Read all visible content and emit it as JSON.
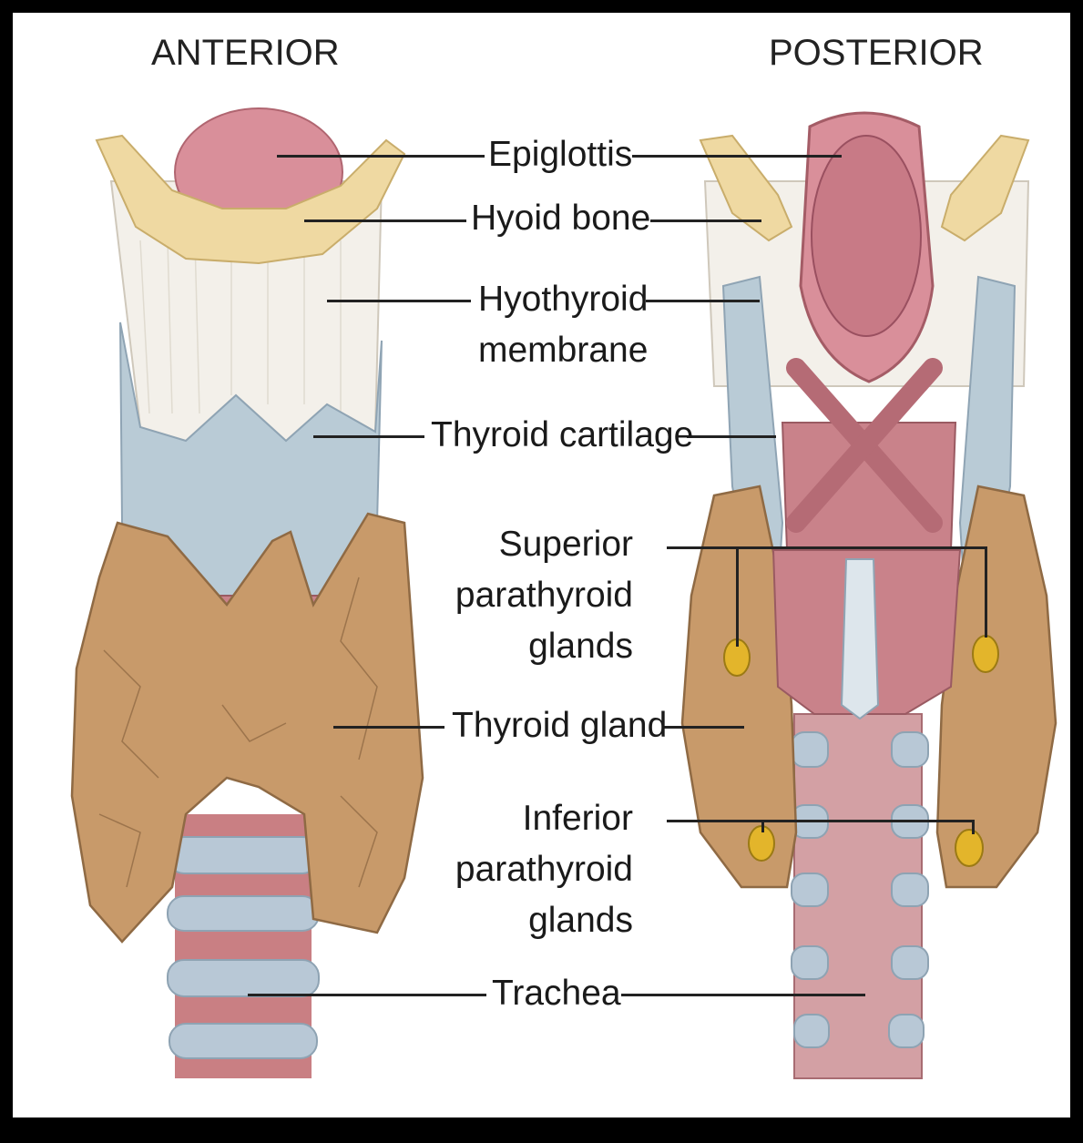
{
  "views": {
    "anterior": "ANTERIOR",
    "posterior": "POSTERIOR"
  },
  "labels": {
    "epiglottis": "Epiglottis",
    "hyoid_bone": "Hyoid bone",
    "hyothyroid_membrane": [
      "Hyothyroid",
      "membrane"
    ],
    "thyroid_cartilage": "Thyroid cartilage",
    "superior_parathyroid": [
      "Superior",
      "parathyroid",
      "glands"
    ],
    "thyroid_gland": "Thyroid gland",
    "inferior_parathyroid": [
      "Inferior",
      "parathyroid",
      "glands"
    ],
    "trachea": "Trachea"
  },
  "colors": {
    "hyoid": "#efd9a2",
    "epiglottis": "#d98f9a",
    "membrane": "#f3f0ea",
    "cartilage": "#b9cbd6",
    "thyroid_gland": "#c89a6a",
    "muscle": "#c9828a",
    "parathyroid": "#e3b52b",
    "trachea_ring": "#b8c8d6",
    "trachea_band": "#c97f83"
  }
}
